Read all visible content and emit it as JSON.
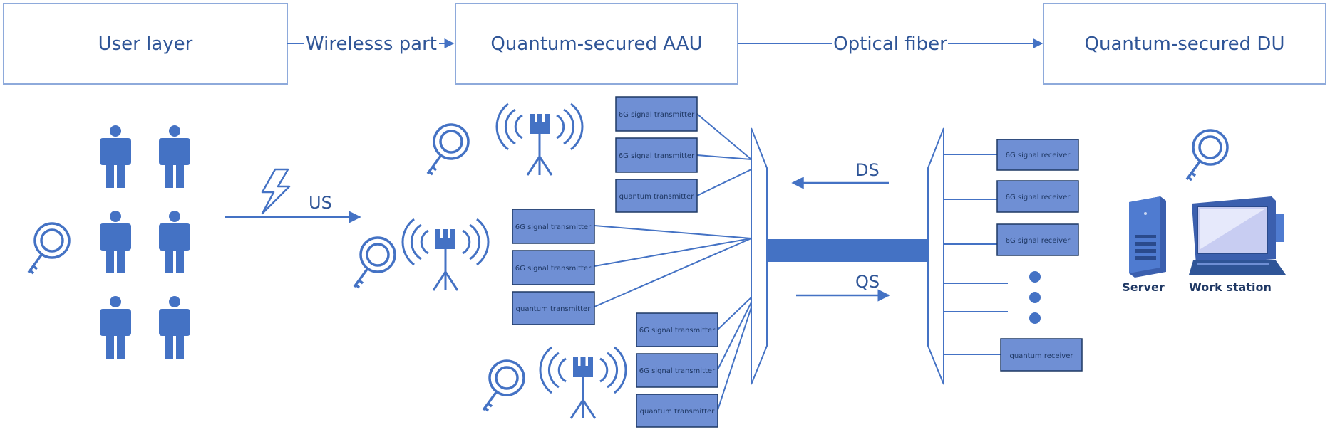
{
  "header": {
    "user_layer": "User layer",
    "wireless_part": "Wirelesss part",
    "aau": "Quantum-secured AAU",
    "optical_fiber": "Optical fiber",
    "du": "Quantum-secured DU"
  },
  "links": {
    "us": "US",
    "ds": "DS",
    "qs": "QS"
  },
  "transmitter_groups": [
    [
      "6G signal transmitter",
      "6G signal transmitter",
      "quantum transmitter"
    ],
    [
      "6G signal transmitter",
      "6G signal transmitter",
      "quantum transmitter"
    ],
    [
      "6G signal transmitter",
      "6G signal transmitter",
      "quantum transmitter"
    ]
  ],
  "receivers": [
    "6G signal receiver",
    "6G signal receiver",
    "6G signal receiver",
    "quantum receiver"
  ],
  "devices": {
    "server": "Server",
    "workstation": "Work station"
  },
  "colors": {
    "accent": "#4472c4",
    "dark": "#2f5597",
    "box_fill": "#6f8fd4",
    "border": "#8eaadb"
  }
}
